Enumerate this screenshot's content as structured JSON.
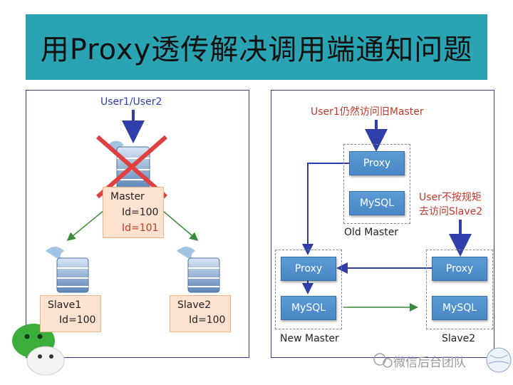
{
  "title": "用Proxy透传解决调用端通知问题",
  "left": {
    "user_label": "User1/User2",
    "master": {
      "name": "Master",
      "id_old": "Id=100",
      "id_new": "Id=101"
    },
    "slave1": {
      "name": "Slave1",
      "id": "Id=100"
    },
    "slave2": {
      "name": "Slave2",
      "id": "Id=100"
    }
  },
  "right": {
    "user1_note": "User1仍然访问旧Master",
    "user_note_line1": "User不按规矩",
    "user_note_line2": "去访问Slave2",
    "old_master": {
      "proxy": "Proxy",
      "mysql": "MySQL",
      "label": "Old Master"
    },
    "new_master": {
      "proxy": "Proxy",
      "mysql": "MySQL",
      "label": "New Master"
    },
    "slave2": {
      "proxy": "Proxy",
      "mysql": "MySQL",
      "label": "Slave2"
    }
  },
  "watermark": "微信后台团队",
  "colors": {
    "title_bg": "#2aa3b3",
    "panel_border": "#3a3c9a",
    "arrow_blue": "#2f3ea8",
    "arrow_green": "#3a8a3a",
    "cross_red": "#e04040",
    "note_red": "#c0392b"
  }
}
